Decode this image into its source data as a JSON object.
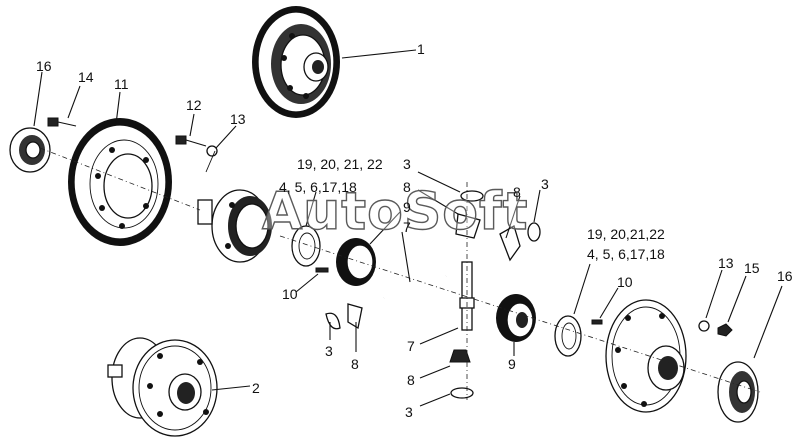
{
  "diagram": {
    "watermark": "AutoSoft",
    "callouts": {
      "c1": "1",
      "c2": "2",
      "c3_top_mid": "3",
      "c3_top_right": "3",
      "c3_left_bottom": "3",
      "c3_bottom": "3",
      "c4_set_left": "4, 5, 6,17,18",
      "c4_set_right": "4,  5,  6,17,18",
      "c7_top": "7",
      "c7_bottom": "7",
      "c8_top_mid": "8",
      "c8_top_right": "8",
      "c8_left_bottom": "8",
      "c8_bottom": "8",
      "c9_top": "9",
      "c9_bottom": "9",
      "c10_left": "10",
      "c10_right": "10",
      "c11": "11",
      "c12": "12",
      "c13_left": "13",
      "c13_right": "13",
      "c14": "14",
      "c15": "15",
      "c16_left": "16",
      "c16_right": "16",
      "c19_set_left": "19, 20, 21, 22",
      "c19_set_right": "19,  20,21,22"
    }
  }
}
